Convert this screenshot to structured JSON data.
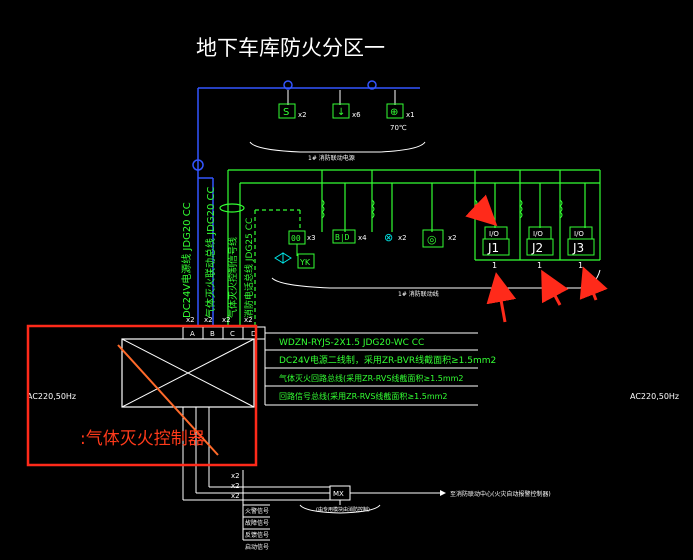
{
  "title": "地下车库防火分区一",
  "top_bus_caption": "1# 消防联动电源",
  "module_bus_caption": "1# 消防联动线",
  "vertical_cables": [
    "DC24V电源线 JDG20 CC",
    "气体灭火联动总线 JDG20 CC",
    "气体灭火控制信号线",
    "消防电话总线 JDG25 CC"
  ],
  "top_devices": [
    {
      "symbol": "S",
      "count": "x2"
    },
    {
      "symbol": "↓",
      "count": "x6"
    },
    {
      "symbol": "⊕",
      "count": "x1",
      "note": "70℃"
    }
  ],
  "left_devices": [
    {
      "symbol": "00",
      "count": "x3"
    },
    {
      "symbol": "YK",
      "count": ""
    }
  ],
  "mid_devices": [
    {
      "symbol": "B|D",
      "count": "x4"
    },
    {
      "symbol": "⊗",
      "count": "x2"
    },
    {
      "symbol": "◎",
      "count": "x2"
    }
  ],
  "io_modules": [
    {
      "io": "I/O",
      "label": "J1",
      "num": "1"
    },
    {
      "io": "I/O",
      "label": "J2",
      "num": "1"
    },
    {
      "io": "I/O",
      "label": "J3",
      "num": "1"
    }
  ],
  "terminals": [
    "A",
    "B",
    "C",
    "D"
  ],
  "terminal_counts": [
    "x2",
    "x2",
    "x2",
    "x2"
  ],
  "cable_specs": [
    "WDZN-RYJS-2X1.5  JDG20-WC  CC",
    "DC24V电源二线制，采用ZR-BVR线截面积≥1.5mm2",
    "气体灭火回路总线(采用ZR-RVS线截面积≥1.5mm2",
    "回路信号总线(采用ZR-RVS线截面积≥1.5mm2"
  ],
  "power_left": "AC220,50Hz",
  "power_right": "AC220,50Hz",
  "annotation": ":气体灭火控制器",
  "bottom_counts": [
    "x2",
    "x2",
    "x2"
  ],
  "bottom_signals": [
    "火警信号",
    "故障信号",
    "反馈信号",
    "启动信号"
  ],
  "mx_module": "MX",
  "mx_caption": "(由专用模块由消防控制)",
  "mx_output": "至消防联动中心(火灾自动报警控制器)",
  "colors": {
    "background": "#000000",
    "green": "#33ff33",
    "blue": "#3355ff",
    "white": "#ffffff",
    "cyan": "#00e5e5",
    "red": "#ff2a1a",
    "orange": "#ff6a2a"
  }
}
